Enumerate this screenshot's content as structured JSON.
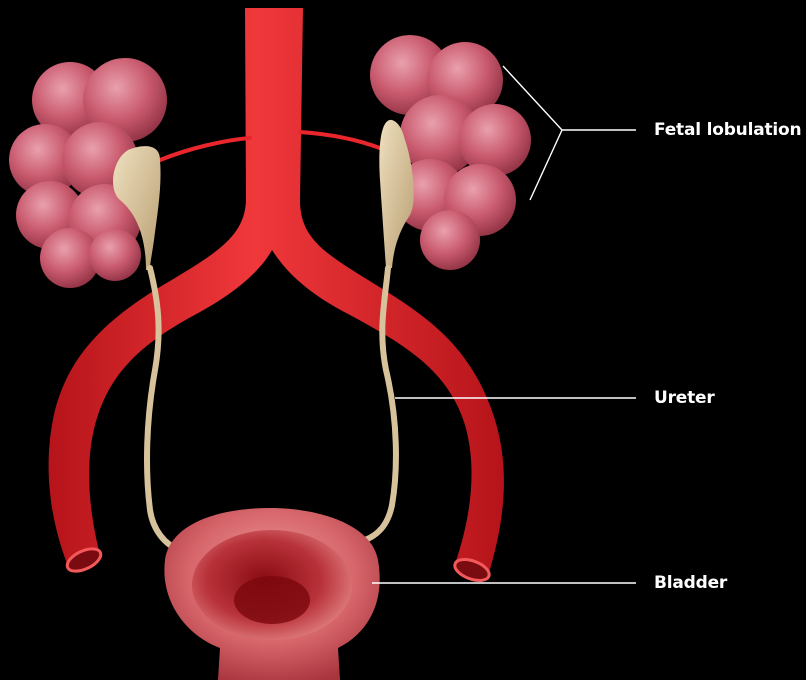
{
  "labels": {
    "fetal_lobulation": "Fetal lobulation",
    "ureter": "Ureter",
    "bladder": "Bladder"
  },
  "colors": {
    "background": "#000000",
    "artery": "#e8262b",
    "kidney": "#c9576c",
    "ureter": "#d8c29c",
    "bladder": "#d9666b",
    "leader_line": "#ffffff"
  }
}
